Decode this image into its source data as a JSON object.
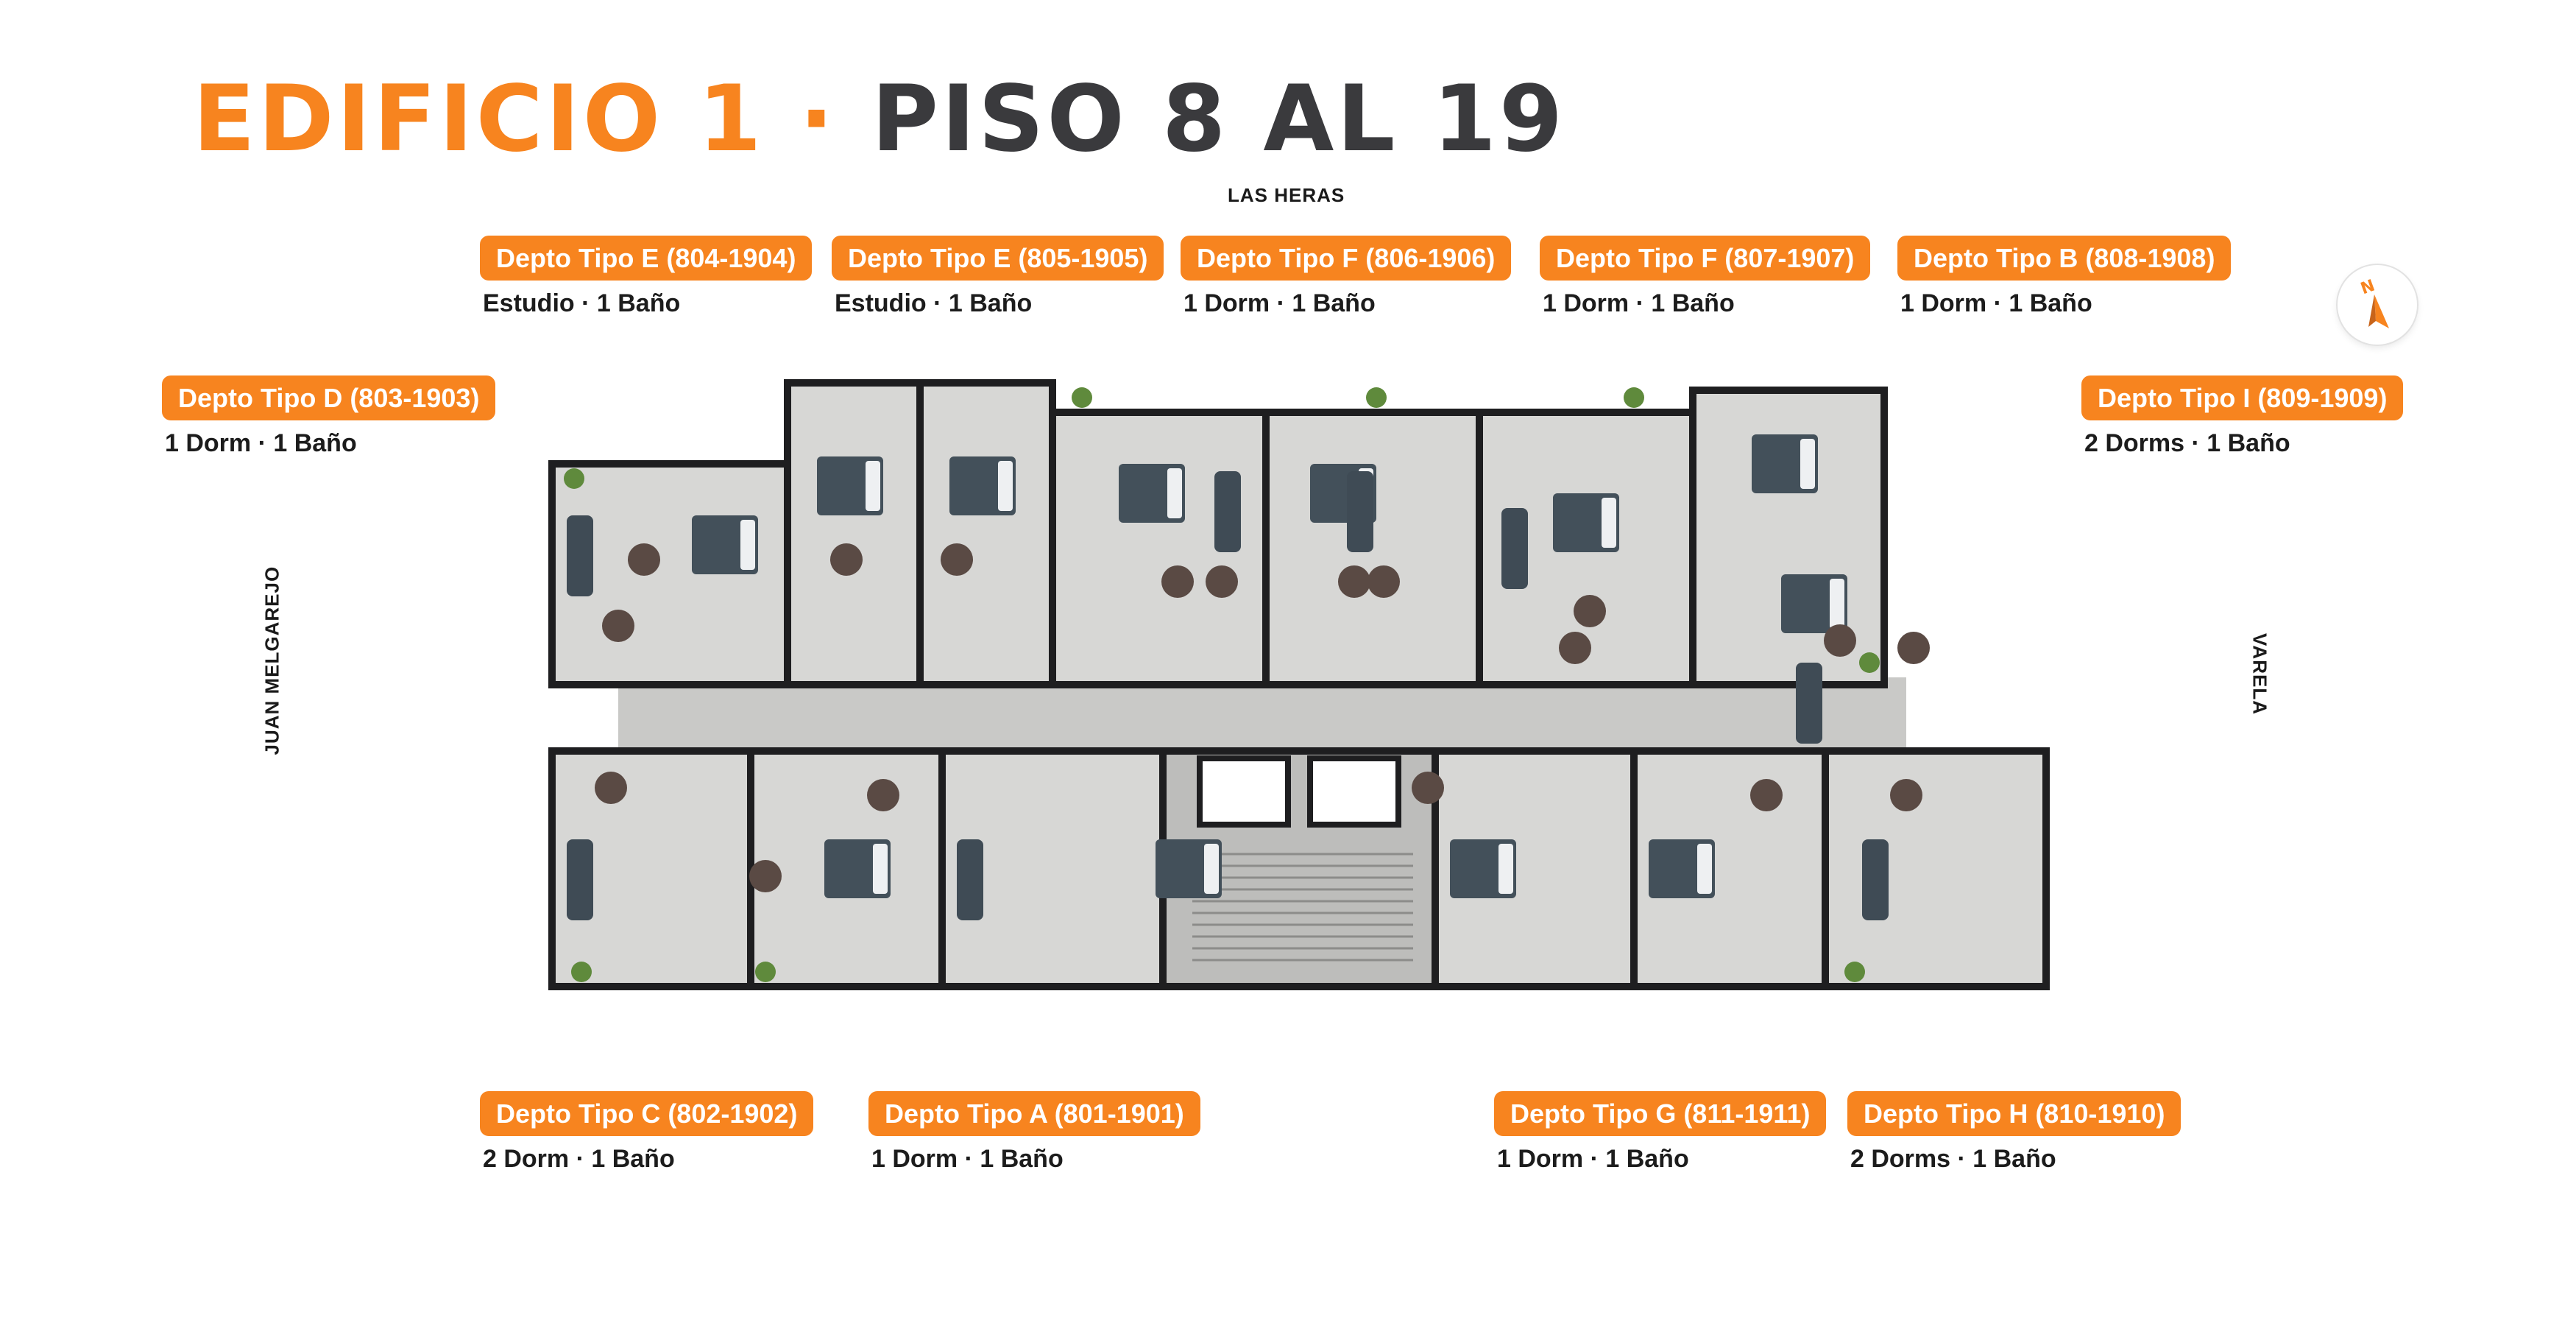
{
  "header": {
    "title_building": "EDIFICIO 1",
    "title_separator": "·",
    "title_floors": "PISO 8 AL 19"
  },
  "streets": {
    "top": "LAS HERAS",
    "left": "JUAN MELGAREJO",
    "right": "VARELA"
  },
  "compass": {
    "label": "N",
    "icon": "compass-north-icon"
  },
  "colors": {
    "accent": "#f7841f",
    "title_dark": "#3a3a3d",
    "wall": "#1e1e20",
    "floor": "#d7d7d5"
  },
  "units": [
    {
      "id": "e-804",
      "label": "Depto Tipo E (804-1904)",
      "details": "Estudio · 1 Baño"
    },
    {
      "id": "e-805",
      "label": "Depto Tipo E (805-1905)",
      "details": "Estudio · 1 Baño"
    },
    {
      "id": "f-806",
      "label": "Depto Tipo F (806-1906)",
      "details": "1 Dorm · 1 Baño"
    },
    {
      "id": "f-807",
      "label": "Depto Tipo F (807-1907)",
      "details": "1 Dorm · 1 Baño"
    },
    {
      "id": "b-808",
      "label": "Depto Tipo B (808-1908)",
      "details": "1 Dorm · 1 Baño"
    },
    {
      "id": "d-803",
      "label": "Depto Tipo D (803-1903)",
      "details": "1 Dorm · 1 Baño"
    },
    {
      "id": "i-809",
      "label": "Depto Tipo I (809-1909)",
      "details": "2 Dorms · 1 Baño"
    },
    {
      "id": "c-802",
      "label": "Depto Tipo C (802-1902)",
      "details": "2 Dorm · 1 Baño"
    },
    {
      "id": "a-801",
      "label": "Depto Tipo A (801-1901)",
      "details": "1 Dorm · 1 Baño"
    },
    {
      "id": "g-811",
      "label": "Depto Tipo G (811-1911)",
      "details": "1 Dorm · 1 Baño"
    },
    {
      "id": "h-810",
      "label": "Depto Tipo H (810-1910)",
      "details": "2 Dorms · 1 Baño"
    }
  ]
}
